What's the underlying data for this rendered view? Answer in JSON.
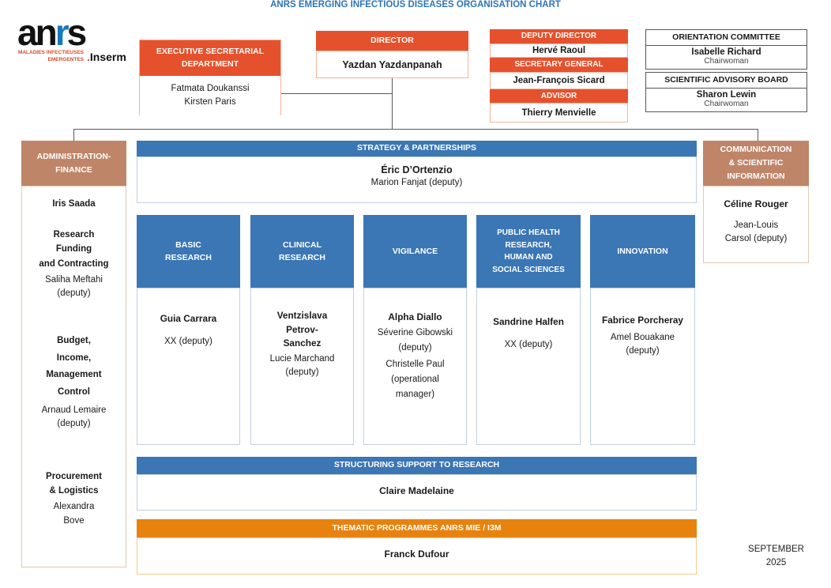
{
  "title": "ANRS EMERGING INFECTIOUS DISEASES ORGANISATION CHART",
  "date": "SEPTEMBER\n2025",
  "colors": {
    "vermilion": "#E6512D",
    "blue": "#3B76B5",
    "brown": "#BF8568",
    "orange": "#E8820E",
    "title_blue": "#2E74B5"
  },
  "logo": {
    "brand_an": "an",
    "brand_r": "r",
    "brand_s": "s",
    "tagline": "MALADIES INFECTIEUSES\nEMERGENTES",
    "partner": "Inserm",
    "dot": "."
  },
  "executive_secretarial": {
    "title": "EXECUTIVE SECRETARIAL\nDEPARTMENT",
    "members": "Fatmata Doukanssi\nKirsten Paris"
  },
  "director": {
    "title": "DIRECTOR",
    "name": "Yazdan Yazdanpanah"
  },
  "deputy_stack": [
    {
      "title": "DEPUTY DIRECTOR",
      "name": "Hervé Raoul"
    },
    {
      "title": "SECRETARY GENERAL",
      "name": "Jean-François Sicard"
    },
    {
      "title": "ADVISOR",
      "name": "Thierry Menvielle"
    }
  ],
  "committees": [
    {
      "title": "ORIENTATION COMMITTEE",
      "name": "Isabelle Richard",
      "role": "Chairwoman"
    },
    {
      "title": "SCIENTIFIC ADVISORY BOARD",
      "name": "Sharon Lewin",
      "role": "Chairwoman"
    }
  ],
  "admin_finance": {
    "title": "ADMINISTRATION-\nFINANCE",
    "head": "Iris Saada",
    "units": [
      {
        "name": "Research\nFunding\nand Contracting",
        "person": "Saliha Meftahi\n(deputy)"
      },
      {
        "name": "Budget,\nIncome,\nManagement\nControl",
        "person": "Arnaud Lemaire\n(deputy)"
      },
      {
        "name": "Procurement\n& Logistics",
        "person": "Alexandra\nBove"
      }
    ]
  },
  "strategy": {
    "title": "STRATEGY & PARTNERSHIPS",
    "head": "Éric D’Ortenzio",
    "deputy": "Marion Fanjat (deputy)"
  },
  "communication": {
    "title": "COMMUNICATION\n& SCIENTIFIC\nINFORMATION",
    "head": "Céline Rouger",
    "deputy": "Jean-Louis\nCarsol (deputy)"
  },
  "departments": [
    {
      "title": "BASIC\nRESEARCH",
      "head": "Guia Carrara",
      "deputy": "XX (deputy)",
      "extra": ""
    },
    {
      "title": "CLINICAL\nRESEARCH",
      "head": "Ventzislava\nPetrov-\nSanchez",
      "deputy": "Lucie Marchand\n(deputy)",
      "extra": ""
    },
    {
      "title": "VIGILANCE",
      "head": "Alpha Diallo",
      "deputy": "Séverine Gibowski\n(deputy)",
      "extra": "Christelle Paul\n(operational\nmanager)"
    },
    {
      "title": "PUBLIC HEALTH\nRESEARCH,\nHUMAN AND\nSOCIAL SCIENCES",
      "head": "Sandrine Halfen",
      "deputy": "XX (deputy)",
      "extra": ""
    },
    {
      "title": "INNOVATION",
      "head": "Fabrice Porcheray",
      "deputy": "Amel Bouakane\n(deputy)",
      "extra": ""
    }
  ],
  "structuring": {
    "title": "STRUCTURING SUPPORT TO RESEARCH",
    "head": "Claire Madelaine"
  },
  "thematic": {
    "title": "THEMATIC PROGRAMMES ANRS MIE / I3M",
    "head": "Franck Dufour"
  }
}
